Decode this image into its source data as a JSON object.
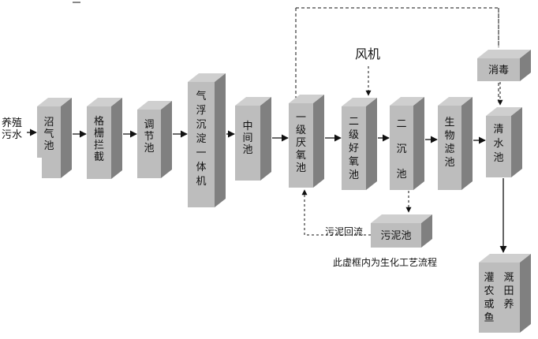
{
  "input_label": "养殖\n污水",
  "process": {
    "zhaoqi": "沼\n气\n池",
    "geshan": "格\n栅\n拦\n截",
    "tiaojie": "调\n节\n池",
    "qifu": "气\n浮\n沉\n淀\n一\n体\n机",
    "zhongjian": "中\n间\n池",
    "yanyang": "一\n级\n厌\n氧\n池",
    "haoyang": "二\n级\n好\n氧\n池",
    "erchen": "二\n\n沉\n\n池",
    "shengwu": "生\n物\n滤\n池",
    "qingshui": "清\n水\n池"
  },
  "xiaodu": "消毒",
  "fengji": "风机",
  "wuni_chi": "污泥池",
  "wuni_huiliu": "污泥回流",
  "note": "此虚框内为生化工艺流程",
  "outlet_col1": "灌\n农\n或\n鱼",
  "outlet_col2": "溉\n田\n养"
}
